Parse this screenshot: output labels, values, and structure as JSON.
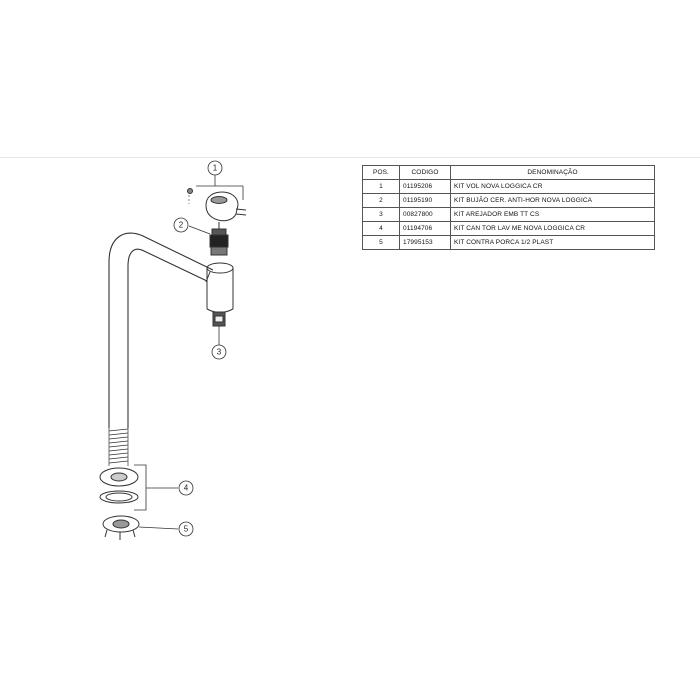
{
  "callouts": [
    "1",
    "2",
    "3",
    "4",
    "5"
  ],
  "table": {
    "headers": {
      "pos": "POS.",
      "code": "CODIGO",
      "denomination": "DENOMINAÇÃO"
    },
    "rows": [
      {
        "pos": "1",
        "code": "01195206",
        "denomination": "KIT VOL NOVA LOGGICA CR"
      },
      {
        "pos": "2",
        "code": "01195190",
        "denomination": "KIT BUJÃO CER. ANTI-HOR NOVA LOGGICA"
      },
      {
        "pos": "3",
        "code": "00827800",
        "denomination": "KIT AREJADOR EMB TT CS"
      },
      {
        "pos": "4",
        "code": "01194706",
        "denomination": "KIT CAN TOR LAV ME NOVA LOGGICA CR"
      },
      {
        "pos": "5",
        "code": "17995153",
        "denomination": "KIT CONTRA PORCA 1/2 PLAST"
      }
    ]
  }
}
